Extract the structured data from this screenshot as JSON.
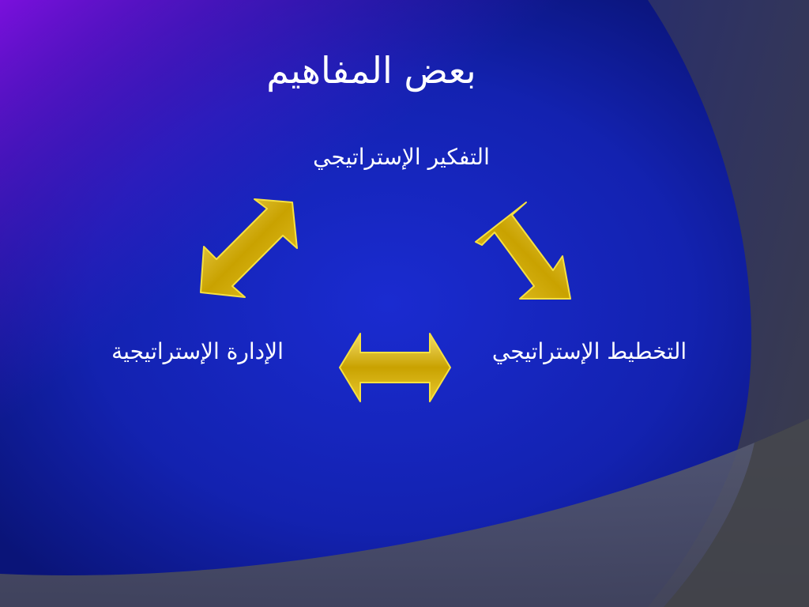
{
  "slide": {
    "title": "بعض المفاهيم",
    "concepts": {
      "top": "التفكير الإستراتيجي",
      "right": "التخطيط الإستراتيجي",
      "left": "الإدارة الإستراتيجية"
    },
    "arrow_icons": [
      "double-arrow-icon",
      "double-arrow-icon",
      "double-arrow-icon"
    ]
  },
  "colors": {
    "background_blue": "#1626b8",
    "background_purple": "#6d08d8",
    "arrow_gold": "#d8b400",
    "arrow_outline": "#f6e040",
    "text": "#ffffff",
    "corner_gray": "#4a4a58"
  }
}
